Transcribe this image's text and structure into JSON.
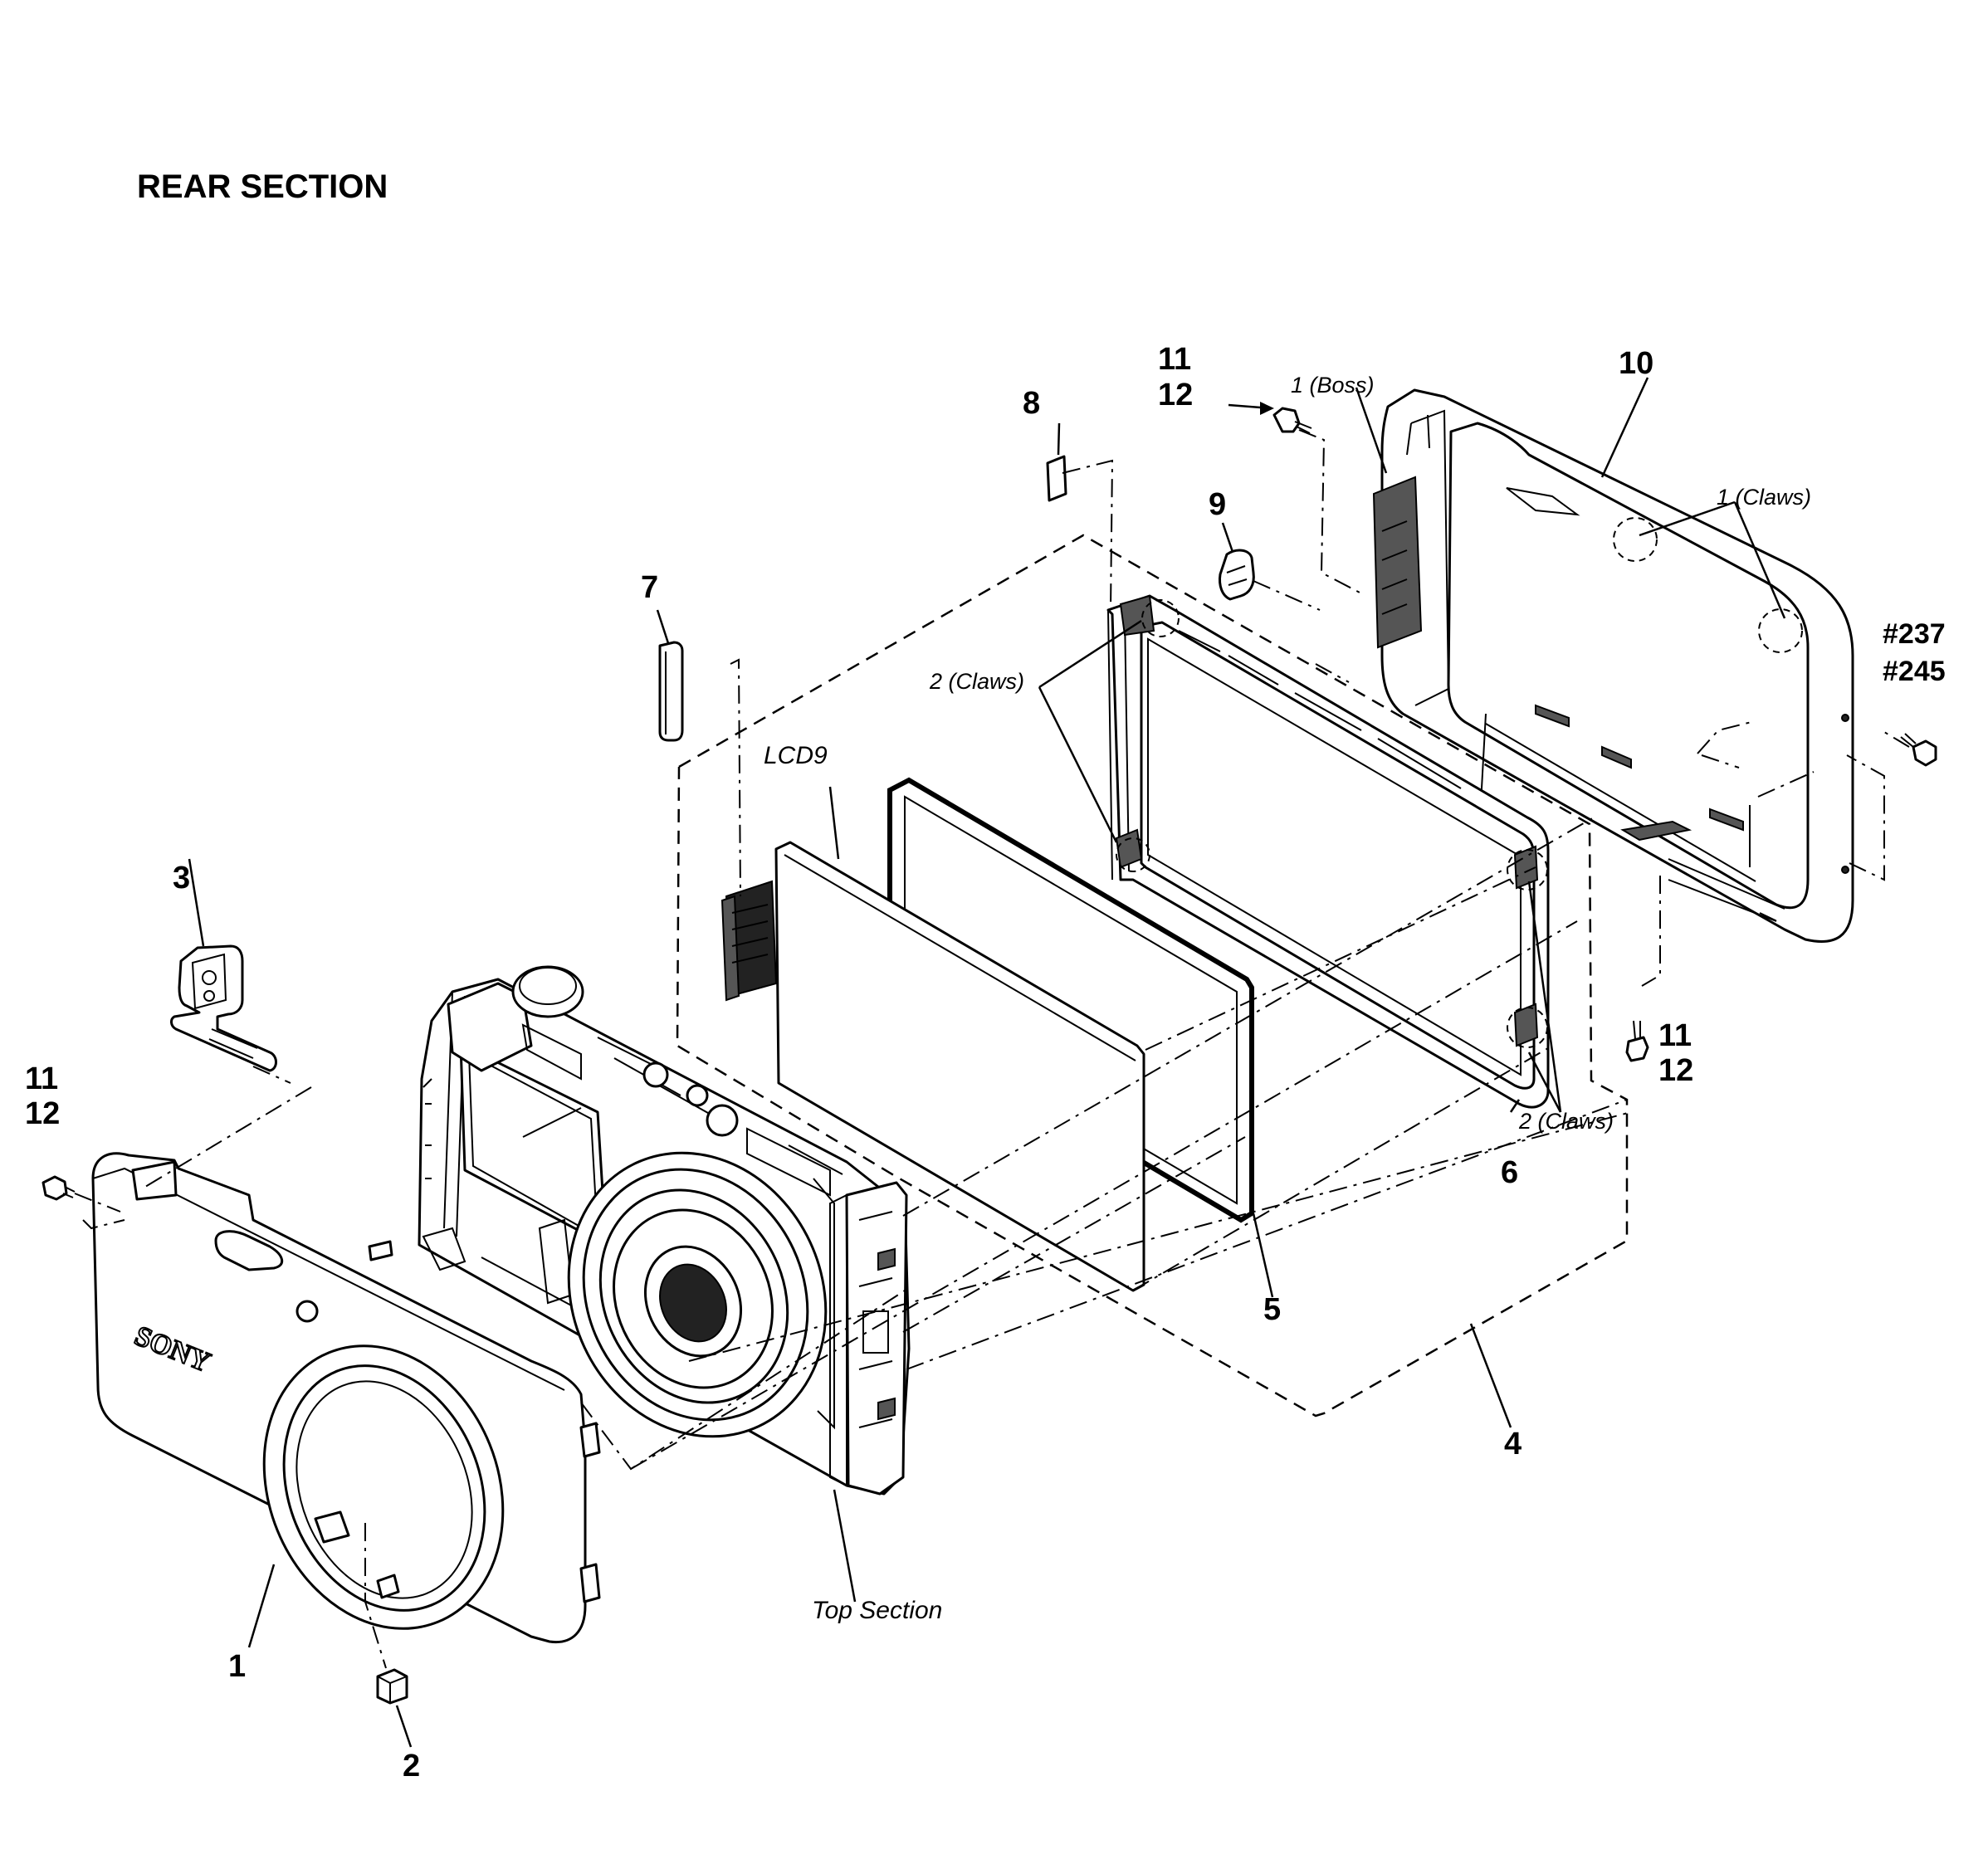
{
  "title": "REAR  SECTION",
  "callouts": {
    "p1": "1",
    "p2": "2",
    "p3": "3",
    "p4": "4",
    "p5": "5",
    "p6": "6",
    "p7": "7",
    "p8": "8",
    "p9": "9",
    "p10": "10",
    "screw_top_11": "11",
    "screw_top_12": "12",
    "screw_right_11": "11",
    "screw_right_12": "12",
    "screw_left_11": "11",
    "screw_left_12": "12",
    "ref_237": "#237",
    "ref_245": "#245"
  },
  "annotations": {
    "boss": "1 (Boss)",
    "claws_top_right": "1 (Claws)",
    "claws_frame_left": "2 (Claws)",
    "claws_frame_right": "2 (Claws)",
    "lcd": "LCD9",
    "top_section": "Top Section"
  },
  "brand": "SONY"
}
